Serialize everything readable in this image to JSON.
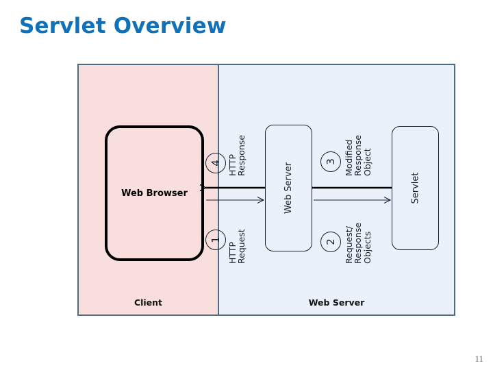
{
  "slide": {
    "title": "Servlet Overview",
    "title_color": "#1070B8",
    "page_number": "11"
  },
  "diagram": {
    "frame_border_color": "#4E6B82",
    "regions": [
      {
        "id": "client",
        "label": "Client",
        "fill": "#F8DFDD"
      },
      {
        "id": "server",
        "label": "Web Server",
        "fill": "#EAF1FB"
      }
    ],
    "nodes": [
      {
        "id": "web-browser",
        "label": "Web Browser",
        "style": "heavy-rounded-rect",
        "rotated": false
      },
      {
        "id": "web-server",
        "label": "Web Server",
        "style": "thin-rounded-rect",
        "rotated": true
      },
      {
        "id": "servlet",
        "label": "Servlet",
        "style": "thin-rounded-rect",
        "rotated": true
      }
    ],
    "steps": [
      {
        "number": "1",
        "label": "HTTP\nRequest",
        "from": "web-browser",
        "to": "web-server",
        "direction": "right"
      },
      {
        "number": "2",
        "label": "Request/\nResponse\nObjects",
        "from": "web-server",
        "to": "servlet",
        "direction": "right"
      },
      {
        "number": "3",
        "label": "Modified\nResponse\nObject",
        "from": "servlet",
        "to": "web-server",
        "direction": "left"
      },
      {
        "number": "4",
        "label": "HTTP\nResponse",
        "from": "web-server",
        "to": "web-browser",
        "direction": "left"
      }
    ]
  }
}
